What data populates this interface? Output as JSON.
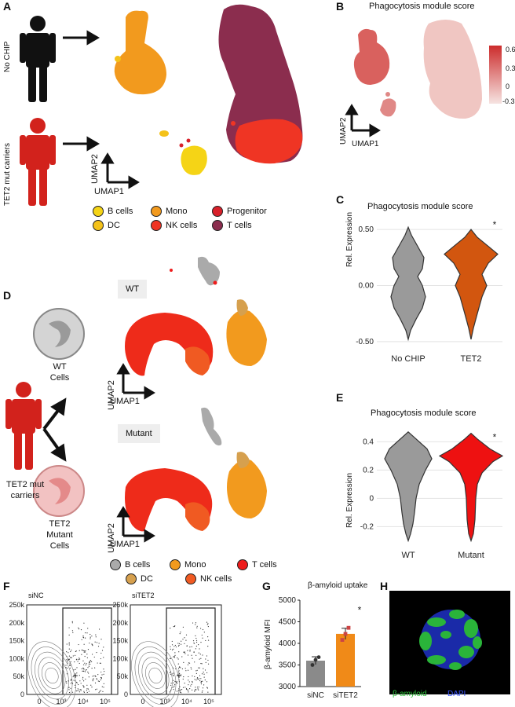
{
  "panels": {
    "A": "A",
    "B": "B",
    "C": "C",
    "D": "D",
    "E": "E",
    "F": "F",
    "G": "G",
    "H": "H"
  },
  "panelA": {
    "no_chip": "No CHIP",
    "tet2_carriers": "TET2 mut carriers",
    "umap1": "UMAP1",
    "umap2": "UMAP2",
    "legend": [
      {
        "label": "B cells",
        "color": "#f5d416"
      },
      {
        "label": "Mono",
        "color": "#f29a1e"
      },
      {
        "label": "Progenitor",
        "color": "#d8202a"
      },
      {
        "label": "DC",
        "color": "#f4c21a"
      },
      {
        "label": "NK cells",
        "color": "#ef3524"
      },
      {
        "label": "T cells",
        "color": "#8b2d4e"
      }
    ]
  },
  "panelB": {
    "title": "Phagocytosis module score",
    "umap1": "UMAP1",
    "umap2": "UMAP2",
    "colorbar_ticks": [
      "0.6",
      "0.3",
      "0",
      "-0.3"
    ]
  },
  "panelD": {
    "wt_box": "WT",
    "mutant_box": "Mutant",
    "wt_cells": "WT\nCells",
    "mutant_cells": "TET2\nMutant\nCells",
    "tet2_carriers": "TET2 mut\ncarriers",
    "umap1": "UMAP1",
    "umap2": "UMAP2",
    "legend": [
      {
        "label": "B cells",
        "color": "#aaaaaa"
      },
      {
        "label": "Mono",
        "color": "#f29a1e"
      },
      {
        "label": "T cells",
        "color": "#ee1c1c"
      },
      {
        "label": "DC",
        "color": "#d6a04e"
      },
      {
        "label": "NK cells",
        "color": "#f05a22"
      }
    ]
  },
  "panelF": {
    "left_title": "siNC",
    "right_title": "siTET2",
    "y_ticks": [
      "250k",
      "200k",
      "150k",
      "100k",
      "50k",
      "0"
    ],
    "x_ticks": [
      "0",
      "10³",
      "10⁴",
      "10⁵"
    ]
  },
  "panelH": {
    "label_green": "β-amyloid",
    "label_blue": "DAPI"
  },
  "chart_data": [
    {
      "id": "C",
      "type": "violin",
      "title": "Phagocytosis module score",
      "ylabel": "Rel. Expression",
      "categories": [
        "No CHIP",
        "TET2"
      ],
      "y_ticks": [
        "0.50",
        "0.00",
        "-0.50"
      ],
      "ylim": [
        -0.55,
        0.55
      ],
      "colors": [
        "#9a9a9a",
        "#d2560f"
      ],
      "significance": "*"
    },
    {
      "id": "E",
      "type": "violin",
      "title": "Phagocytosis module score",
      "ylabel": "Rel. Expression",
      "categories": [
        "WT",
        "Mutant"
      ],
      "y_ticks": [
        "0.4",
        "0.2",
        "0",
        "-0.2"
      ],
      "ylim": [
        -0.32,
        0.48
      ],
      "colors": [
        "#9a9a9a",
        "#ee1111"
      ],
      "significance": "*"
    },
    {
      "id": "G",
      "type": "bar",
      "title": "β-amyloid uptake",
      "ylabel": "β-amyloid MFI",
      "categories": [
        "siNC",
        "siTET2"
      ],
      "values": [
        3600,
        4220
      ],
      "errors": [
        90,
        130
      ],
      "points": [
        [
          3500,
          3620,
          3680
        ],
        [
          4080,
          4220,
          4360
        ]
      ],
      "ylim": [
        3000,
        5000
      ],
      "y_ticks": [
        "5000",
        "4500",
        "4000",
        "3500",
        "3000"
      ],
      "colors": [
        "#8a8a8a",
        "#f08a18"
      ],
      "significance": "*"
    }
  ]
}
